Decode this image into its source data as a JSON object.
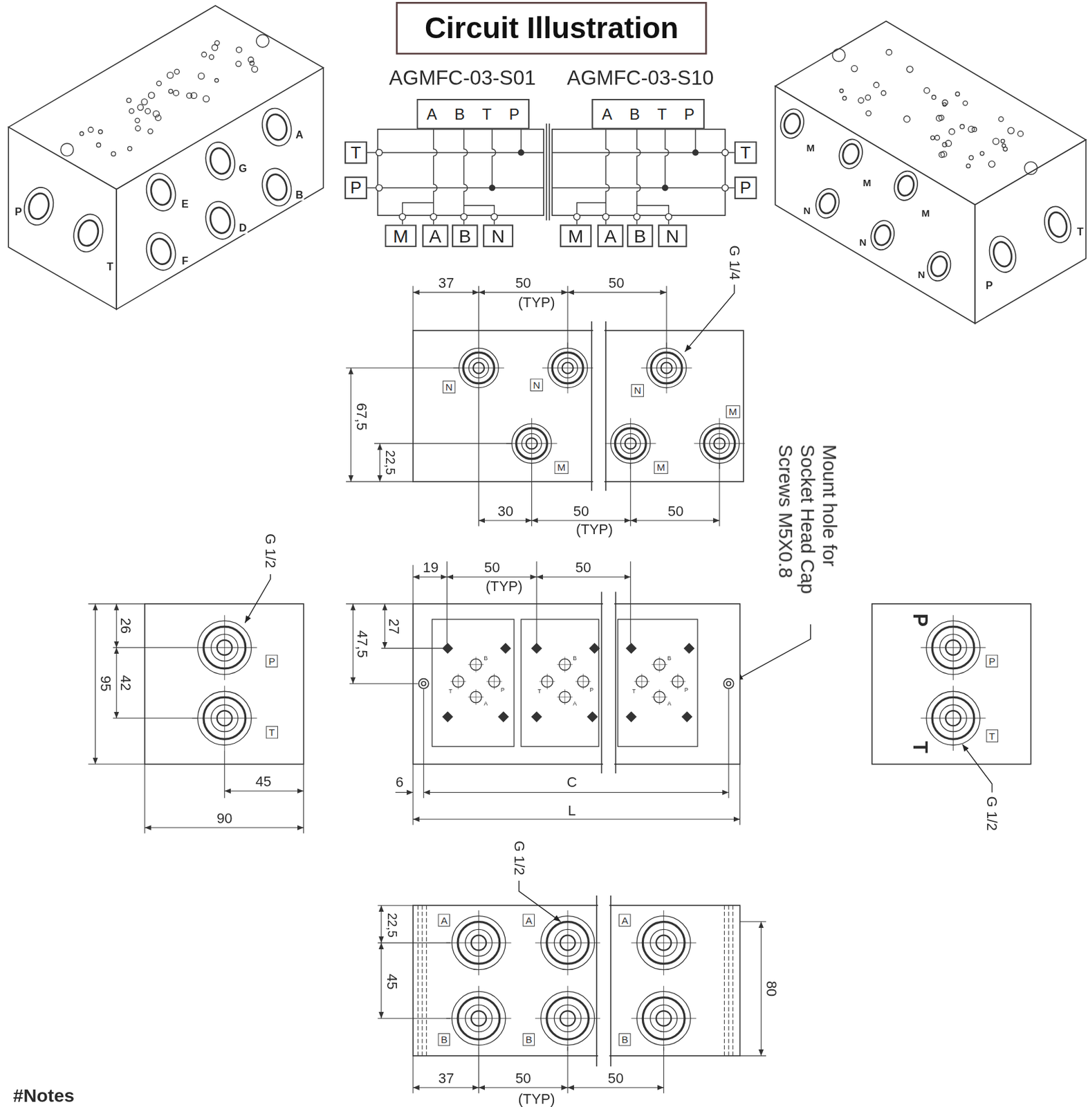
{
  "diagram": {
    "title": "Circuit Illustration",
    "nodes": [
      {
        "text": [
          "A",
          "B",
          "T",
          "P"
        ]
      },
      {
        "text": [
          "A",
          "B",
          "T",
          "P"
        ]
      },
      {
        "text": [
          "T"
        ]
      },
      {
        "text": [
          "T"
        ]
      },
      {
        "text": [
          "P"
        ]
      },
      {
        "text": [
          "P"
        ]
      },
      {
        "text": [
          "M"
        ]
      },
      {
        "text": [
          "A"
        ]
      },
      {
        "text": [
          "B"
        ]
      },
      {
        "text": [
          "N"
        ]
      },
      {
        "text": [
          "M"
        ]
      },
      {
        "text": [
          "A"
        ]
      },
      {
        "text": [
          "B"
        ]
      },
      {
        "text": [
          "N"
        ]
      }
    ],
    "labels": [
      "AGMFC-03-S01",
      "AGMFC-03-S10",
      "P",
      "T",
      "E",
      "F",
      "G",
      "D",
      "A",
      "B",
      "M",
      "M",
      "M",
      "N",
      "N",
      "N",
      "P",
      "T",
      "37",
      "50",
      "(TYP)",
      "50",
      "G 1/4",
      "67,5",
      "22,5",
      "N",
      "N",
      "N",
      "M",
      "M",
      "M",
      "30",
      "50",
      "(TYP)",
      "50",
      "Mount hole for Socket Head Cap Screws M5X0.8",
      "19",
      "50",
      "(TYP)",
      "50",
      "27",
      "47,5",
      "B",
      "T",
      "P",
      "A",
      "B",
      "T",
      "P",
      "A",
      "B",
      "T",
      "P",
      "A",
      "6",
      "C",
      "L",
      "G 1/2",
      "26",
      "42",
      "95",
      "P",
      "T",
      "45",
      "90",
      "P",
      "P",
      "T",
      "T",
      "G 1/2",
      "G 1/2",
      "22,5",
      "A",
      "A",
      "A",
      "45",
      "80",
      "B",
      "B",
      "B",
      "37",
      "50",
      "(TYP)",
      "50",
      "#Notes"
    ]
  }
}
